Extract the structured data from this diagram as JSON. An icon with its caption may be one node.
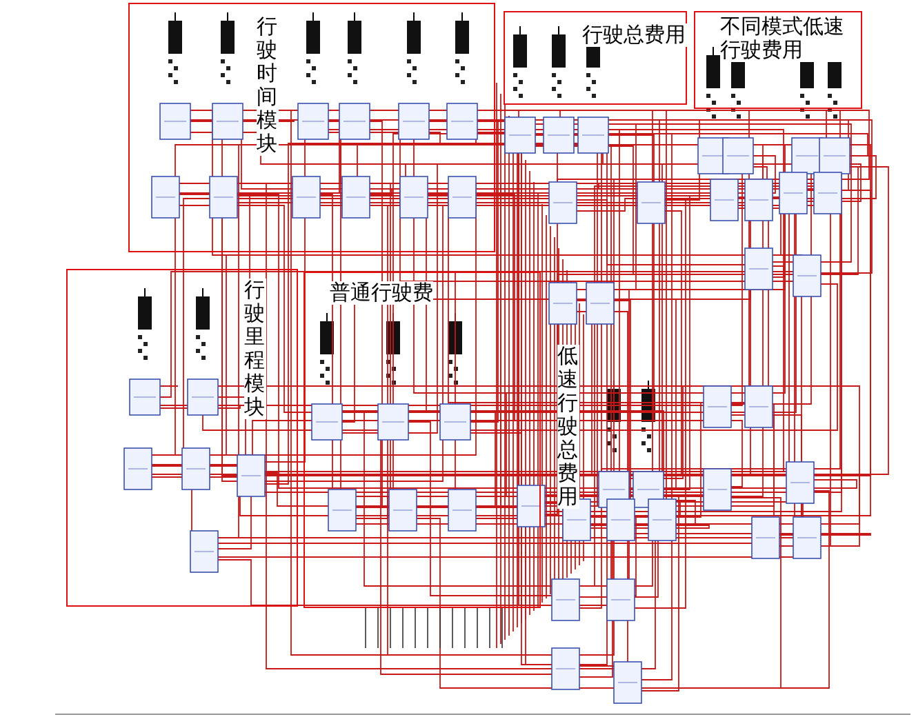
{
  "diagram": {
    "nodes": [
      {
        "text": [
          "行驶时间模块"
        ]
      },
      {
        "text": [
          "行驶总费用"
        ]
      },
      {
        "text": [
          "不同模式低速行驶费用"
        ]
      },
      {
        "text": [
          "行驶里程模块"
        ]
      },
      {
        "text": [
          "普通行驶费"
        ]
      }
    ],
    "edges": [],
    "labels": [
      "低速行驶总费用"
    ]
  }
}
